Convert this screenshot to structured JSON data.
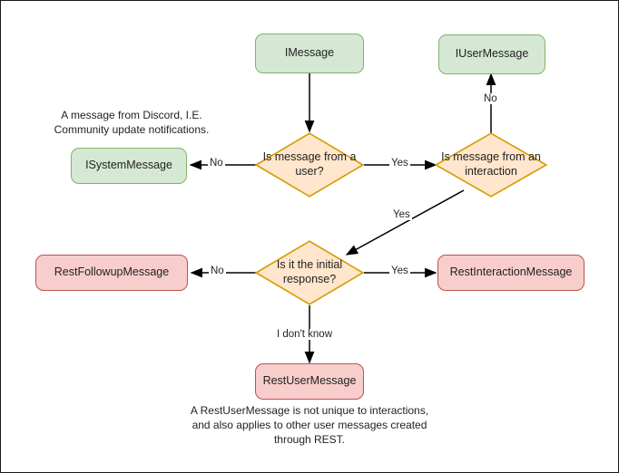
{
  "diagram": {
    "title": "Discord message type decision flowchart",
    "colors": {
      "green_fill": "#d5e8d4",
      "green_stroke": "#82b366",
      "pink_fill": "#f8cecc",
      "pink_stroke": "#b85450",
      "orange_fill": "#ffe6cc",
      "orange_stroke": "#d79b00",
      "edge": "#000000",
      "canvas_border": "#1a1a1a",
      "background": "#ffffff"
    },
    "nodes": {
      "imessage": "IMessage",
      "iusermessage": "IUserMessage",
      "isystemmessage": "ISystemMessage",
      "restfollowupmessage": "RestFollowupMessage",
      "restinteractionmessage": "RestInteractionMessage",
      "restusermessage": "RestUserMessage",
      "decision_user": "Is message from a user?",
      "decision_interaction": "Is message from an interaction",
      "decision_initial": "Is it the initial response?"
    },
    "edge_labels": {
      "user_no": "No",
      "user_yes": "Yes",
      "interaction_no": "No",
      "interaction_yes": "Yes",
      "initial_no": "No",
      "initial_yes": "Yes",
      "initial_unknown": "I don't know"
    },
    "annotations": {
      "system_message_note": "A message from Discord, I.E.\nCommunity update notifications.",
      "rest_user_message_note": "A RestUserMessage is not unique to interactions,\nand also applies to other user messages created\nthrough REST."
    }
  }
}
